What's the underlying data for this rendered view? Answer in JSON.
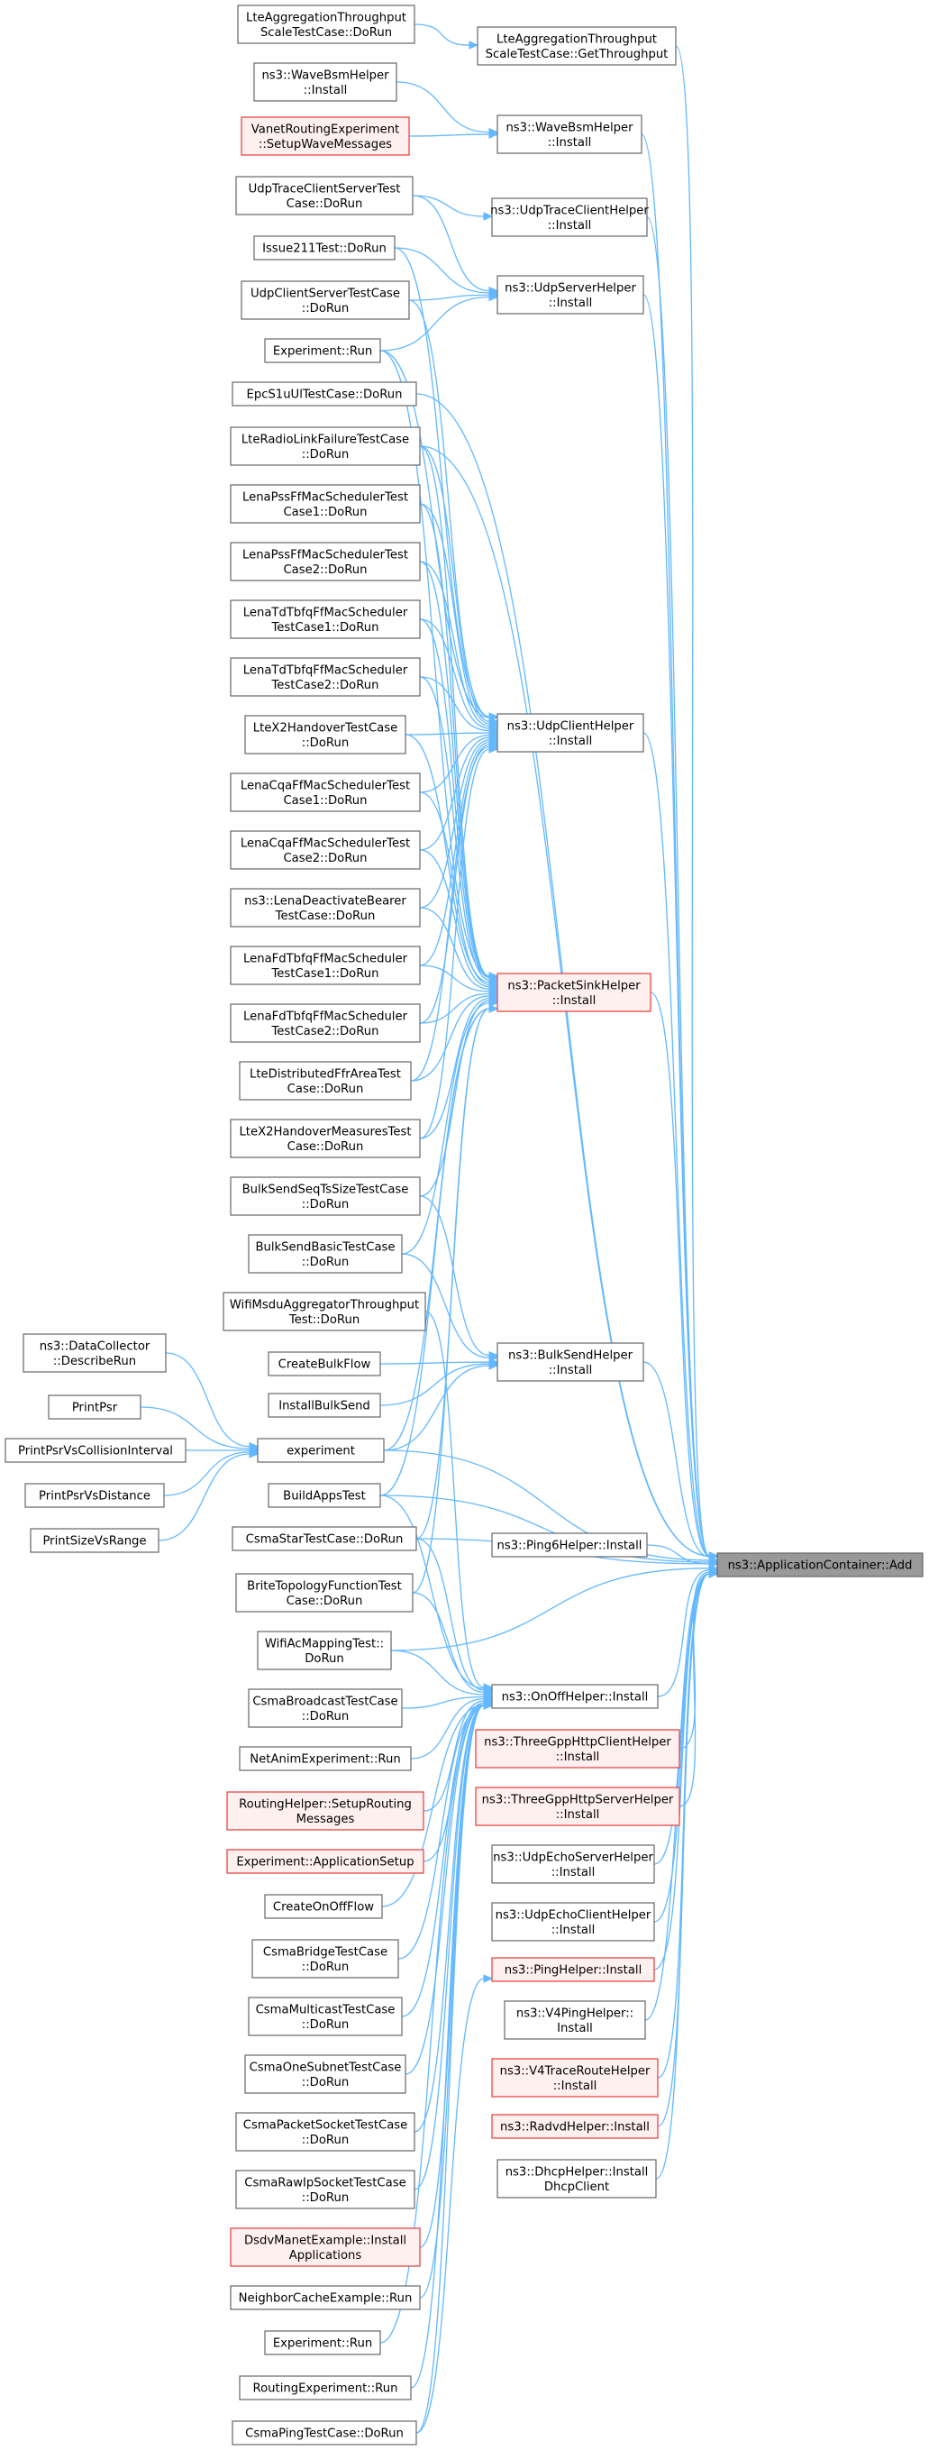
{
  "diagram": {
    "colors": {
      "edge": "#63b8ff",
      "node_border": "#666666",
      "red_border": "#e53935",
      "red_fill": "#fff0f0",
      "target_fill": "#999999"
    },
    "nodes": [
      {
        "id": "target",
        "lines": [
          "ns3::ApplicationContainer::Add"
        ],
        "style": "target"
      },
      {
        "id": "lteAggGet",
        "lines": [
          "LteAggregationThroughput",
          "ScaleTestCase::GetThroughput"
        ]
      },
      {
        "id": "waveHelper",
        "lines": [
          "ns3::WaveBsmHelper",
          "::Install"
        ]
      },
      {
        "id": "udpTraceHelper",
        "lines": [
          "ns3::UdpTraceClientHelper",
          "::Install"
        ]
      },
      {
        "id": "udpServerHelper",
        "lines": [
          "ns3::UdpServerHelper",
          "::Install"
        ]
      },
      {
        "id": "udpClientHelper",
        "lines": [
          "ns3::UdpClientHelper",
          "::Install"
        ]
      },
      {
        "id": "packetSink",
        "lines": [
          "ns3::PacketSinkHelper",
          "::Install"
        ],
        "style": "red"
      },
      {
        "id": "bulkSend",
        "lines": [
          "ns3::BulkSendHelper",
          "::Install"
        ]
      },
      {
        "id": "ping6",
        "lines": [
          "ns3::Ping6Helper::Install"
        ]
      },
      {
        "id": "onoff",
        "lines": [
          "ns3::OnOffHelper::Install"
        ]
      },
      {
        "id": "tgppClient",
        "lines": [
          "ns3::ThreeGppHttpClientHelper",
          "::Install"
        ],
        "style": "red"
      },
      {
        "id": "tgppServer",
        "lines": [
          "ns3::ThreeGppHttpServerHelper",
          "::Install"
        ],
        "style": "red"
      },
      {
        "id": "udpEchoServer",
        "lines": [
          "ns3::UdpEchoServerHelper",
          "::Install"
        ]
      },
      {
        "id": "udpEchoClient",
        "lines": [
          "ns3::UdpEchoClientHelper",
          "::Install"
        ]
      },
      {
        "id": "pingHelper",
        "lines": [
          "ns3::PingHelper::Install"
        ],
        "style": "red"
      },
      {
        "id": "v4ping",
        "lines": [
          "ns3::V4PingHelper::",
          "Install"
        ]
      },
      {
        "id": "v4trace",
        "lines": [
          "ns3::V4TraceRouteHelper",
          "::Install"
        ],
        "style": "red"
      },
      {
        "id": "radvd",
        "lines": [
          "ns3::RadvdHelper::Install"
        ],
        "style": "red"
      },
      {
        "id": "dhcp",
        "lines": [
          "ns3::DhcpHelper::Install",
          "DhcpClient"
        ]
      },
      {
        "id": "lteAggDoRun",
        "lines": [
          "LteAggregationThroughput",
          "ScaleTestCase::DoRun"
        ]
      },
      {
        "id": "waveBsmInstall",
        "lines": [
          "ns3::WaveBsmHelper",
          "::Install"
        ]
      },
      {
        "id": "vanetSetup",
        "lines": [
          "VanetRoutingExperiment",
          "::SetupWaveMessages"
        ],
        "style": "red"
      },
      {
        "id": "udpTraceTest",
        "lines": [
          "UdpTraceClientServerTest",
          "Case::DoRun"
        ]
      },
      {
        "id": "issue211",
        "lines": [
          "Issue211Test::DoRun"
        ]
      },
      {
        "id": "udpCSTest",
        "lines": [
          "UdpClientServerTestCase",
          "::DoRun"
        ]
      },
      {
        "id": "expRun1",
        "lines": [
          "Experiment::Run"
        ]
      },
      {
        "id": "epcS1u",
        "lines": [
          "EpcS1uUlTestCase::DoRun"
        ]
      },
      {
        "id": "lteRLF",
        "lines": [
          "LteRadioLinkFailureTestCase",
          "::DoRun"
        ]
      },
      {
        "id": "lenaPss1",
        "lines": [
          "LenaPssFfMacSchedulerTest",
          "Case1::DoRun"
        ]
      },
      {
        "id": "lenaPss2",
        "lines": [
          "LenaPssFfMacSchedulerTest",
          "Case2::DoRun"
        ]
      },
      {
        "id": "lenaTd1",
        "lines": [
          "LenaTdTbfqFfMacScheduler",
          "TestCase1::DoRun"
        ]
      },
      {
        "id": "lenaTd2",
        "lines": [
          "LenaTdTbfqFfMacScheduler",
          "TestCase2::DoRun"
        ]
      },
      {
        "id": "lteX2",
        "lines": [
          "LteX2HandoverTestCase",
          "::DoRun"
        ]
      },
      {
        "id": "lenaCqa1",
        "lines": [
          "LenaCqaFfMacSchedulerTest",
          "Case1::DoRun"
        ]
      },
      {
        "id": "lenaCqa2",
        "lines": [
          "LenaCqaFfMacSchedulerTest",
          "Case2::DoRun"
        ]
      },
      {
        "id": "lenaDeact",
        "lines": [
          "ns3::LenaDeactivateBearer",
          "TestCase::DoRun"
        ]
      },
      {
        "id": "lenaFd1",
        "lines": [
          "LenaFdTbfqFfMacScheduler",
          "TestCase1::DoRun"
        ]
      },
      {
        "id": "lenaFd2",
        "lines": [
          "LenaFdTbfqFfMacScheduler",
          "TestCase2::DoRun"
        ]
      },
      {
        "id": "lteDistFfr",
        "lines": [
          "LteDistributedFfrAreaTest",
          "Case::DoRun"
        ]
      },
      {
        "id": "lteX2Meas",
        "lines": [
          "LteX2HandoverMeasuresTest",
          "Case::DoRun"
        ]
      },
      {
        "id": "bulkSeqTs",
        "lines": [
          "BulkSendSeqTsSizeTestCase",
          "::DoRun"
        ]
      },
      {
        "id": "bulkBasic",
        "lines": [
          "BulkSendBasicTestCase",
          "::DoRun"
        ]
      },
      {
        "id": "wifiMsdu",
        "lines": [
          "WifiMsduAggregatorThroughput",
          "Test::DoRun"
        ]
      },
      {
        "id": "createBulk",
        "lines": [
          "CreateBulkFlow"
        ]
      },
      {
        "id": "installBulk",
        "lines": [
          "InstallBulkSend"
        ]
      },
      {
        "id": "experiment",
        "lines": [
          "experiment"
        ]
      },
      {
        "id": "buildApps",
        "lines": [
          "BuildAppsTest"
        ]
      },
      {
        "id": "csmaStar",
        "lines": [
          "CsmaStarTestCase::DoRun"
        ]
      },
      {
        "id": "brite",
        "lines": [
          "BriteTopologyFunctionTest",
          "Case::DoRun"
        ]
      },
      {
        "id": "wifiAc",
        "lines": [
          "WifiAcMappingTest::",
          "DoRun"
        ]
      },
      {
        "id": "csmaBcast",
        "lines": [
          "CsmaBroadcastTestCase",
          "::DoRun"
        ]
      },
      {
        "id": "netanim",
        "lines": [
          "NetAnimExperiment::Run"
        ]
      },
      {
        "id": "routingHelper",
        "lines": [
          "RoutingHelper::SetupRouting",
          "Messages"
        ],
        "style": "red"
      },
      {
        "id": "expAppSetup",
        "lines": [
          "Experiment::ApplicationSetup"
        ],
        "style": "red"
      },
      {
        "id": "createOnOff",
        "lines": [
          "CreateOnOffFlow"
        ]
      },
      {
        "id": "csmaBridge",
        "lines": [
          "CsmaBridgeTestCase",
          "::DoRun"
        ]
      },
      {
        "id": "csmaMulti",
        "lines": [
          "CsmaMulticastTestCase",
          "::DoRun"
        ]
      },
      {
        "id": "csmaOneSub",
        "lines": [
          "CsmaOneSubnetTestCase",
          "::DoRun"
        ]
      },
      {
        "id": "csmaPacket",
        "lines": [
          "CsmaPacketSocketTestCase",
          "::DoRun"
        ]
      },
      {
        "id": "csmaRawIp",
        "lines": [
          "CsmaRawIpSocketTestCase",
          "::DoRun"
        ]
      },
      {
        "id": "dsdv",
        "lines": [
          "DsdvManetExample::Install",
          "Applications"
        ],
        "style": "red"
      },
      {
        "id": "neighCache",
        "lines": [
          "NeighborCacheExample::Run"
        ]
      },
      {
        "id": "expRun2",
        "lines": [
          "Experiment::Run"
        ]
      },
      {
        "id": "routingExp",
        "lines": [
          "RoutingExperiment::Run"
        ]
      },
      {
        "id": "csmaPing",
        "lines": [
          "CsmaPingTestCase::DoRun"
        ]
      },
      {
        "id": "dataCollector",
        "lines": [
          "ns3::DataCollector",
          "::DescribeRun"
        ]
      },
      {
        "id": "printPsr",
        "lines": [
          "PrintPsr"
        ]
      },
      {
        "id": "printPsrColl",
        "lines": [
          "PrintPsrVsCollisionInterval"
        ]
      },
      {
        "id": "printPsrDist",
        "lines": [
          "PrintPsrVsDistance"
        ]
      },
      {
        "id": "printSize",
        "lines": [
          "PrintSizeVsRange"
        ]
      }
    ],
    "edges": [
      [
        "lteAggDoRun",
        "lteAggGet"
      ],
      [
        "lteAggGet",
        "target"
      ],
      [
        "waveBsmInstall",
        "waveHelper"
      ],
      [
        "vanetSetup",
        "waveHelper"
      ],
      [
        "waveHelper",
        "target"
      ],
      [
        "udpTraceTest",
        "udpTraceHelper"
      ],
      [
        "udpTraceHelper",
        "target"
      ],
      [
        "udpTraceTest",
        "udpServerHelper"
      ],
      [
        "issue211",
        "udpServerHelper"
      ],
      [
        "udpCSTest",
        "udpServerHelper"
      ],
      [
        "expRun1",
        "udpServerHelper"
      ],
      [
        "udpServerHelper",
        "target"
      ],
      [
        "issue211",
        "udpClientHelper"
      ],
      [
        "udpCSTest",
        "udpClientHelper"
      ],
      [
        "expRun1",
        "udpClientHelper"
      ],
      [
        "epcS1u",
        "target"
      ],
      [
        "lteRLF",
        "udpClientHelper"
      ],
      [
        "lenaPss1",
        "udpClientHelper"
      ],
      [
        "lenaPss2",
        "udpClientHelper"
      ],
      [
        "lenaTd1",
        "udpClientHelper"
      ],
      [
        "lenaTd2",
        "udpClientHelper"
      ],
      [
        "lteX2",
        "udpClientHelper"
      ],
      [
        "lenaCqa1",
        "udpClientHelper"
      ],
      [
        "lenaCqa2",
        "udpClientHelper"
      ],
      [
        "lenaDeact",
        "udpClientHelper"
      ],
      [
        "lenaFd1",
        "udpClientHelper"
      ],
      [
        "lenaFd2",
        "udpClientHelper"
      ],
      [
        "lteDistFfr",
        "udpClientHelper"
      ],
      [
        "lteX2Meas",
        "udpClientHelper"
      ],
      [
        "udpClientHelper",
        "target"
      ],
      [
        "expRun1",
        "packetSink"
      ],
      [
        "lteRLF",
        "packetSink"
      ],
      [
        "lenaPss1",
        "packetSink"
      ],
      [
        "lenaPss2",
        "packetSink"
      ],
      [
        "lenaTd1",
        "packetSink"
      ],
      [
        "lenaTd2",
        "packetSink"
      ],
      [
        "lteX2",
        "packetSink"
      ],
      [
        "lenaCqa1",
        "packetSink"
      ],
      [
        "lenaCqa2",
        "packetSink"
      ],
      [
        "lenaDeact",
        "packetSink"
      ],
      [
        "lenaFd1",
        "packetSink"
      ],
      [
        "lenaFd2",
        "packetSink"
      ],
      [
        "lteDistFfr",
        "packetSink"
      ],
      [
        "lteX2Meas",
        "packetSink"
      ],
      [
        "bulkSeqTs",
        "packetSink"
      ],
      [
        "bulkBasic",
        "packetSink"
      ],
      [
        "experiment",
        "packetSink"
      ],
      [
        "buildApps",
        "packetSink"
      ],
      [
        "csmaStar",
        "packetSink"
      ],
      [
        "brite",
        "packetSink"
      ],
      [
        "packetSink",
        "target"
      ],
      [
        "lteRLF",
        "target"
      ],
      [
        "bulkSeqTs",
        "bulkSend"
      ],
      [
        "bulkBasic",
        "bulkSend"
      ],
      [
        "createBulk",
        "bulkSend"
      ],
      [
        "installBulk",
        "bulkSend"
      ],
      [
        "experiment",
        "bulkSend"
      ],
      [
        "bulkSend",
        "target"
      ],
      [
        "dataCollector",
        "experiment"
      ],
      [
        "printPsr",
        "experiment"
      ],
      [
        "printPsrColl",
        "experiment"
      ],
      [
        "printPsrDist",
        "experiment"
      ],
      [
        "printSize",
        "experiment"
      ],
      [
        "experiment",
        "target"
      ],
      [
        "buildApps",
        "target"
      ],
      [
        "csmaStar",
        "target"
      ],
      [
        "ping6",
        "target"
      ],
      [
        "wifiMsdu",
        "onoff"
      ],
      [
        "brite",
        "onoff"
      ],
      [
        "wifiAc",
        "target"
      ],
      [
        "csmaBcast",
        "onoff"
      ],
      [
        "netanim",
        "onoff"
      ],
      [
        "routingHelper",
        "onoff"
      ],
      [
        "expAppSetup",
        "onoff"
      ],
      [
        "createOnOff",
        "onoff"
      ],
      [
        "csmaBridge",
        "onoff"
      ],
      [
        "csmaMulti",
        "onoff"
      ],
      [
        "csmaOneSub",
        "onoff"
      ],
      [
        "csmaPacket",
        "onoff"
      ],
      [
        "csmaRawIp",
        "onoff"
      ],
      [
        "dsdv",
        "onoff"
      ],
      [
        "neighCache",
        "onoff"
      ],
      [
        "expRun2",
        "onoff"
      ],
      [
        "routingExp",
        "onoff"
      ],
      [
        "csmaPing",
        "onoff"
      ],
      [
        "buildApps",
        "onoff"
      ],
      [
        "csmaStar",
        "onoff"
      ],
      [
        "wifiAc",
        "onoff"
      ],
      [
        "onoff",
        "target"
      ],
      [
        "csmaPing",
        "pingHelper"
      ],
      [
        "tgppClient",
        "target"
      ],
      [
        "tgppServer",
        "target"
      ],
      [
        "udpEchoServer",
        "target"
      ],
      [
        "udpEchoClient",
        "target"
      ],
      [
        "pingHelper",
        "target"
      ],
      [
        "v4ping",
        "target"
      ],
      [
        "v4trace",
        "target"
      ],
      [
        "radvd",
        "target"
      ],
      [
        "dhcp",
        "target"
      ]
    ]
  }
}
